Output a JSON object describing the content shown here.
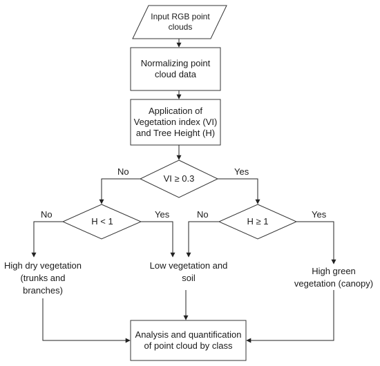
{
  "nodes": {
    "input": "Input RGB point clouds",
    "normalize": "Normalizing point cloud data",
    "application": "Application of Vegetation index (VI) and Tree Height (H)",
    "decision_vi": "VI ≥ 0.3",
    "decision_h_low": "H < 1",
    "decision_h_high": "H ≥ 1",
    "outcome_dry": "High dry vegetation (trunks and branches)",
    "outcome_low": "Low vegetation and soil",
    "outcome_green": "High green vegetation (canopy)",
    "analysis": "Analysis and quantification of point cloud by class"
  },
  "edge_labels": {
    "vi_no": "No",
    "vi_yes": "Yes",
    "h_low_no": "No",
    "h_low_yes": "Yes",
    "h_high_no": "No",
    "h_high_yes": "Yes"
  }
}
